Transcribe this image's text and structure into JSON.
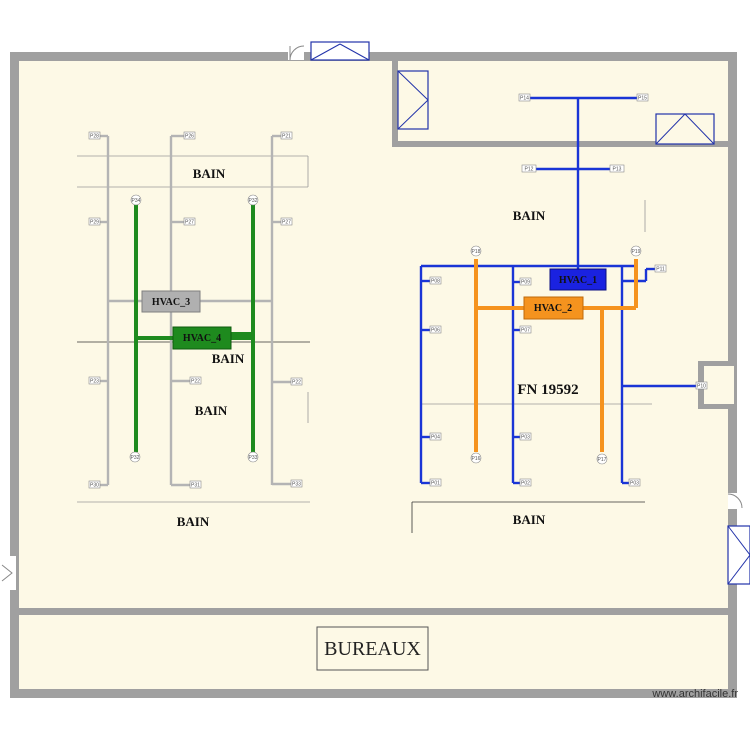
{
  "rooms": {
    "bain_1": "BAIN",
    "bain_2": "BAIN",
    "bain_3": "BAIN",
    "bain_4": "BAIN",
    "bain_5": "BAIN",
    "bain_6": "BAIN",
    "fn": "FN 19592",
    "bureaux": "BUREAUX"
  },
  "hvac_units": {
    "hvac_1": "HVAC_1",
    "hvac_2": "HVAC_2",
    "hvac_3": "HVAC_3",
    "hvac_4": "HVAC_4"
  },
  "colors": {
    "floor": "#fdf9e6",
    "wall": "#a0a0a0",
    "door": "#2233aa",
    "duct_blue": "#1a35d6",
    "duct_orange": "#f5931e",
    "duct_green": "#1e8a1e",
    "duct_gray": "#b4b4b4",
    "hvac_1": "#1a22e0",
    "hvac_2": "#f5931e",
    "hvac_3": "#b0b0b0",
    "hvac_4": "#1e8a1e"
  },
  "points": {
    "p14": "P14",
    "p15": "P15",
    "p12": "P12",
    "p13": "P13",
    "p18": "P18",
    "p19": "P19",
    "p11": "P11",
    "p16": "P16",
    "p17": "P17",
    "p10": "P10",
    "p08": "P08",
    "p06": "P06",
    "p05": "P05",
    "p04": "P04",
    "p01": "P01",
    "p09": "P09",
    "p07": "P07",
    "p03": "P03",
    "p02": "P02",
    "p03b": "P03",
    "p28": "P28",
    "p26": "P26",
    "p21": "P21",
    "p29": "P29",
    "p27": "P27",
    "p27b": "P27",
    "p34": "P34",
    "p32": "P32",
    "p23": "P23",
    "p22": "P22",
    "p22b": "P22",
    "p30": "P30",
    "p31": "P31",
    "p33": "P33",
    "p33b": "P33"
  },
  "watermark": "www.archifacile.fr"
}
